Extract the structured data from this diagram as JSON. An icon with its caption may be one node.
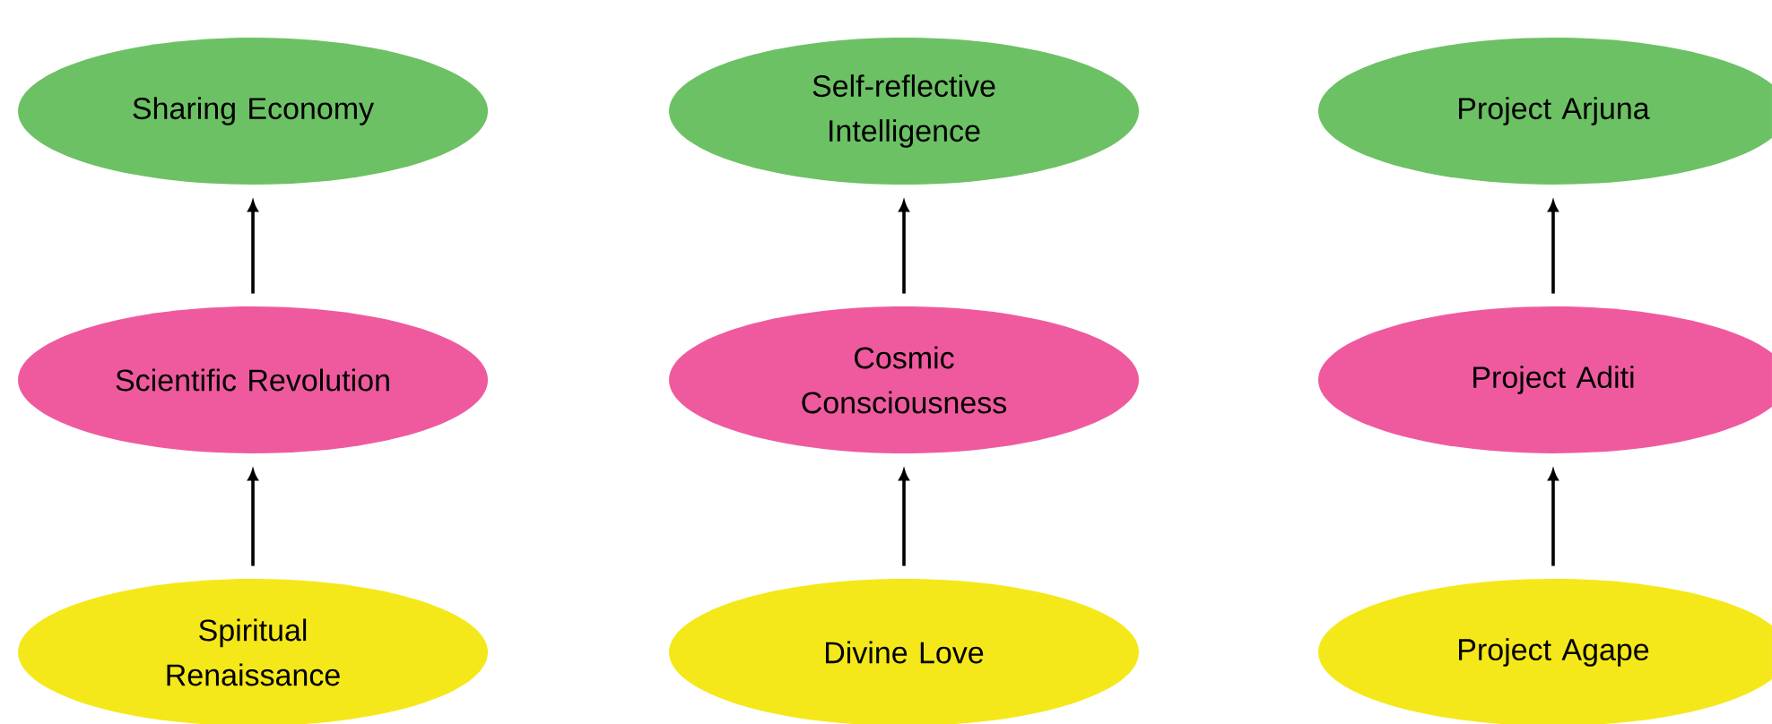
{
  "diagram": {
    "nodes": [
      {
        "text": [
          "Sharing Economy"
        ]
      },
      {
        "text": [
          "Self-reflective Intelligence"
        ]
      },
      {
        "text": [
          "Project Arjuna"
        ]
      },
      {
        "text": [
          "Scientific Revolution"
        ]
      },
      {
        "text": [
          "Cosmic Consciousness"
        ]
      },
      {
        "text": [
          "Project Aditi"
        ]
      },
      {
        "text": [
          "Spiritual Renaissance"
        ]
      },
      {
        "text": [
          "Divine Love"
        ]
      },
      {
        "text": [
          "Project Agape"
        ]
      }
    ],
    "edges": [
      {
        "from": 3,
        "to": 0,
        "arrow": "to"
      },
      {
        "from": 4,
        "to": 1,
        "arrow": "to"
      },
      {
        "from": 5,
        "to": 2,
        "arrow": "to"
      },
      {
        "from": 6,
        "to": 3,
        "arrow": "to"
      },
      {
        "from": 7,
        "to": 4,
        "arrow": "to"
      },
      {
        "from": 8,
        "to": 5,
        "arrow": "to"
      }
    ]
  }
}
